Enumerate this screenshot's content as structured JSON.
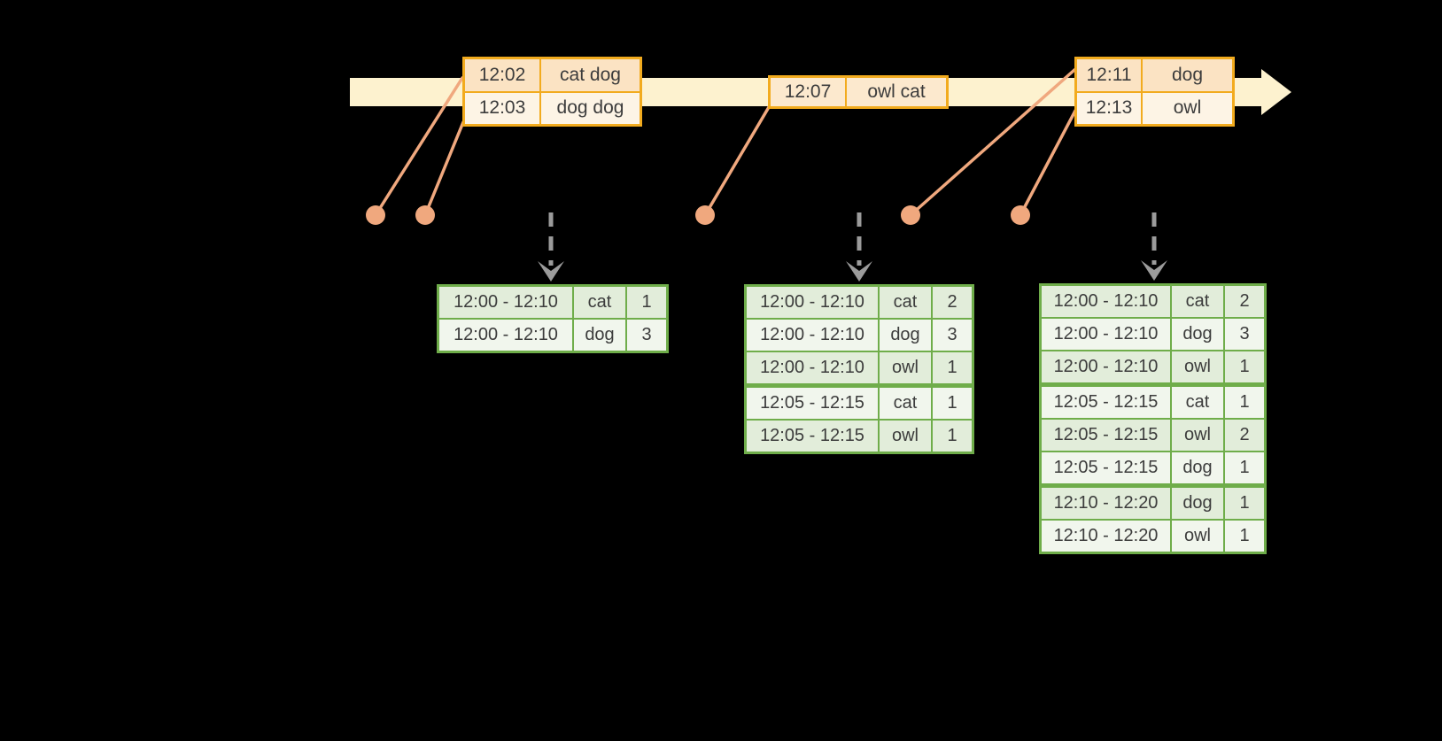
{
  "colors": {
    "background": "#000000",
    "timeline_band": "#FDF2CF",
    "event_table_border": "#F2AB1E",
    "event_row_peach": "#FBE3C3",
    "event_row_cream": "#FDF4E5",
    "event_dot": "#F0A87E",
    "trigger_arrow_gray": "#9B9B9B",
    "result_table_border": "#6FAD4A",
    "result_row_dark": "#E2EDDA",
    "result_row_light": "#F1F6ED",
    "text": "#3C3C3C"
  },
  "event_tables": [
    {
      "rows": [
        {
          "time": "12:02",
          "words": "cat dog"
        },
        {
          "time": "12:03",
          "words": "dog dog"
        }
      ]
    },
    {
      "rows": [
        {
          "time": "12:07",
          "words": "owl cat"
        }
      ]
    },
    {
      "rows": [
        {
          "time": "12:11",
          "words": "dog"
        },
        {
          "time": "12:13",
          "words": "owl"
        }
      ]
    }
  ],
  "result_tables": [
    {
      "rows": [
        {
          "window": "12:00 - 12:10",
          "word": "cat",
          "count": "1"
        },
        {
          "window": "12:00 - 12:10",
          "word": "dog",
          "count": "3"
        }
      ]
    },
    {
      "rows": [
        {
          "window": "12:00 - 12:10",
          "word": "cat",
          "count": "2"
        },
        {
          "window": "12:00 - 12:10",
          "word": "dog",
          "count": "3"
        },
        {
          "window": "12:00 - 12:10",
          "word": "owl",
          "count": "1"
        },
        {
          "window": "12:05 - 12:15",
          "word": "cat",
          "count": "1"
        },
        {
          "window": "12:05 - 12:15",
          "word": "owl",
          "count": "1"
        }
      ]
    },
    {
      "rows": [
        {
          "window": "12:00 - 12:10",
          "word": "cat",
          "count": "2"
        },
        {
          "window": "12:00 - 12:10",
          "word": "dog",
          "count": "3"
        },
        {
          "window": "12:00 - 12:10",
          "word": "owl",
          "count": "1"
        },
        {
          "window": "12:05 - 12:15",
          "word": "cat",
          "count": "1"
        },
        {
          "window": "12:05 - 12:15",
          "word": "owl",
          "count": "2"
        },
        {
          "window": "12:05 - 12:15",
          "word": "dog",
          "count": "1"
        },
        {
          "window": "12:10 - 12:20",
          "word": "dog",
          "count": "1"
        },
        {
          "window": "12:10 - 12:20",
          "word": "owl",
          "count": "1"
        }
      ]
    }
  ]
}
